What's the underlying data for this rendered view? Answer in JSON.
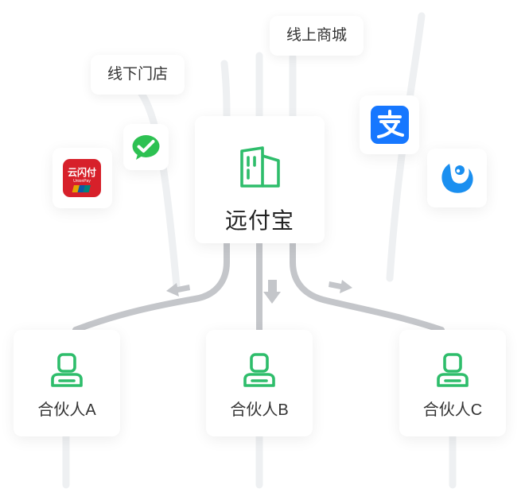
{
  "labels": {
    "offline": "线下门店",
    "online": "线上商城"
  },
  "center": {
    "name": "远付宝"
  },
  "partners": [
    {
      "name": "合伙人A"
    },
    {
      "name": "合伙人B"
    },
    {
      "name": "合伙人C"
    }
  ],
  "payment_apps": [
    {
      "brand": "云闪付",
      "sub": "UnionPay"
    },
    {
      "brand": "wechat"
    },
    {
      "brand": "alipay"
    },
    {
      "brand": "other-pay"
    }
  ],
  "colors": {
    "accent_green": "#2ebd6b",
    "connector_gray": "#c4c6ca",
    "faint_gray": "#eeeff1",
    "unionpay_red": "#d7202a",
    "wechat_green": "#2dc152",
    "alipay_blue": "#1677ff",
    "other_blue": "#1a8ff0"
  }
}
